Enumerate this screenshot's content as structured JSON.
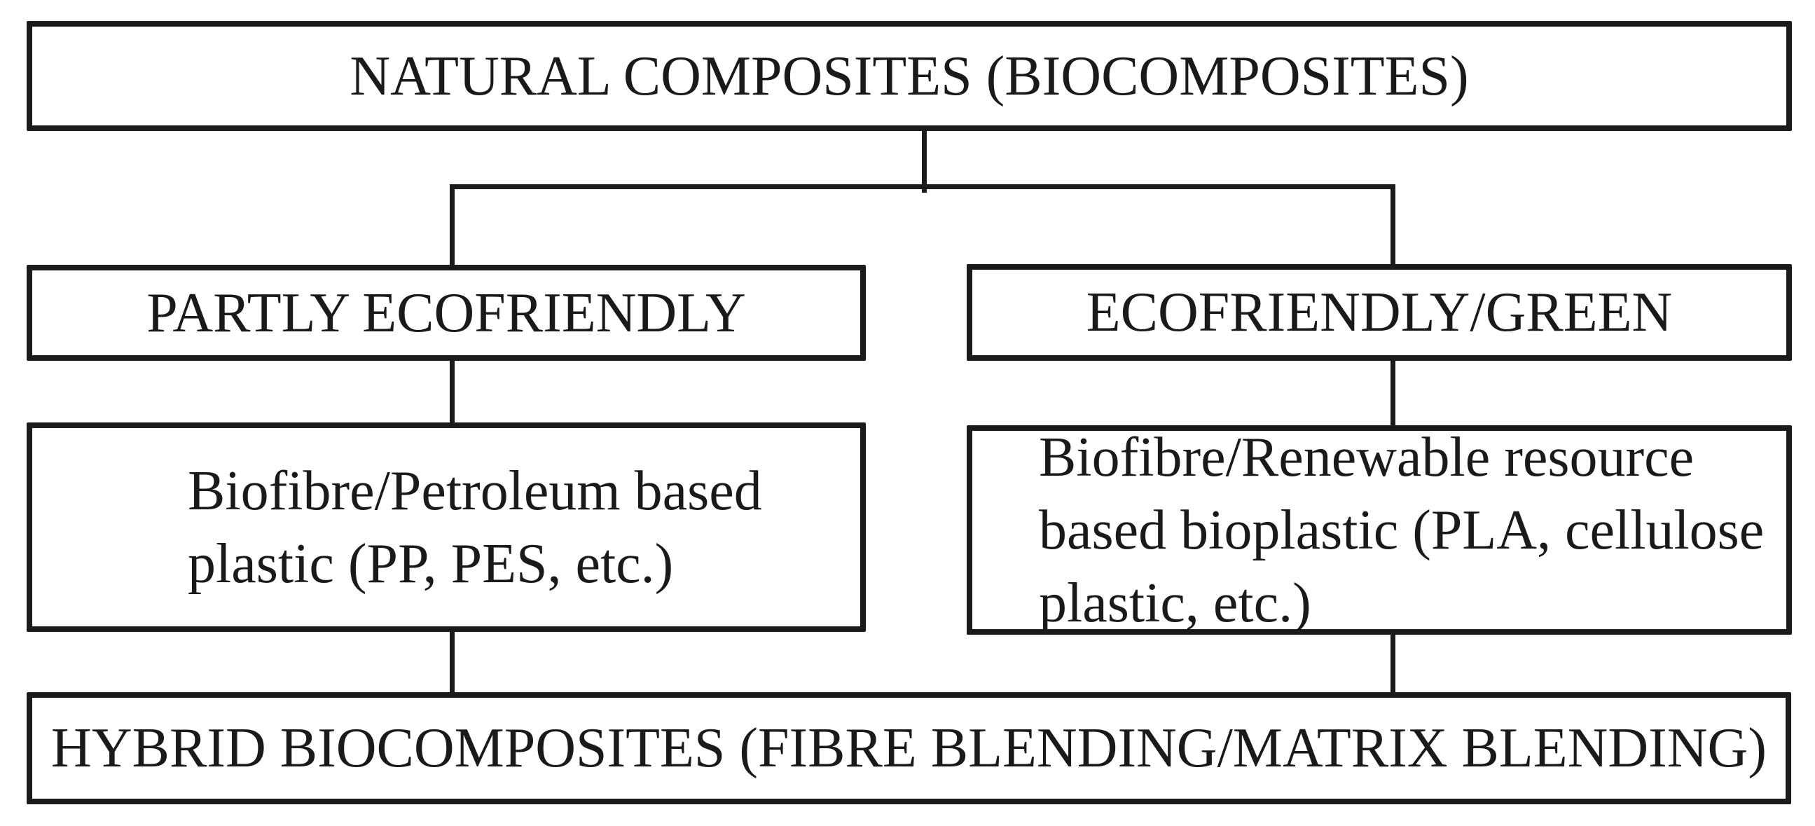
{
  "colors": {
    "ink": "#1b1b1b",
    "text": "#1a1a1a",
    "paper": "#ffffff"
  },
  "diagram": {
    "root": {
      "label": "NATURAL COMPOSITES (BIOCOMPOSITES)"
    },
    "branch_left": {
      "category": "PARTLY ECOFRIENDLY",
      "composition": "Biofibre/Petroleum based\nplastic (PP, PES, etc.)"
    },
    "branch_right": {
      "category": "ECOFRIENDLY/GREEN",
      "composition": "Biofibre/Renewable resource\nbased bioplastic (PLA, cellulose\nplastic, etc.)"
    },
    "merge": {
      "label": "HYBRID BIOCOMPOSITES (FIBRE BLENDING/MATRIX BLENDING)"
    }
  }
}
